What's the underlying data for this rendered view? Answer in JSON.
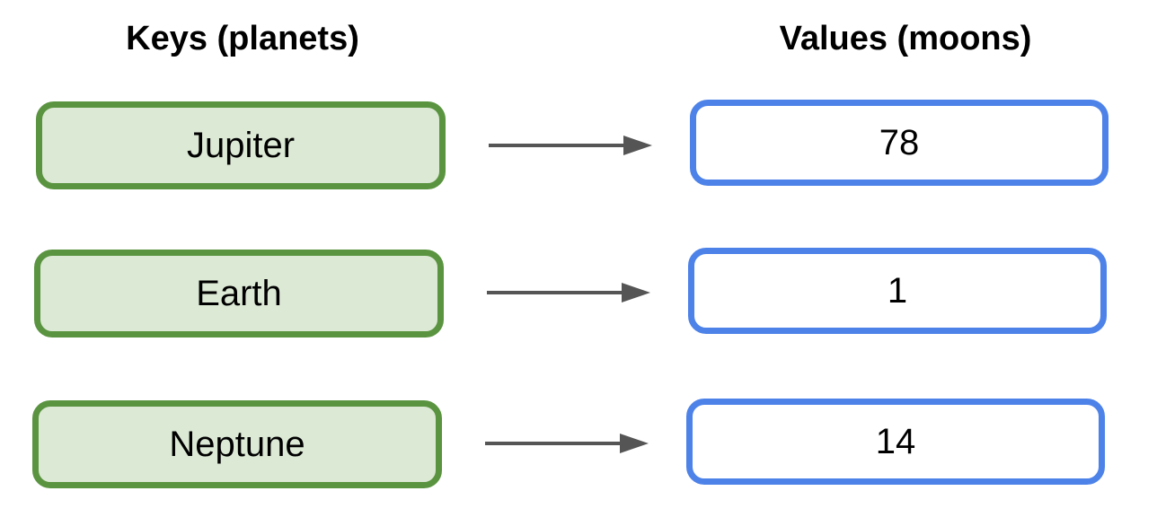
{
  "headings": {
    "keys": "Keys (planets)",
    "values": "Values (moons)"
  },
  "pairs": [
    {
      "key": "Jupiter",
      "value": "78"
    },
    {
      "key": "Earth",
      "value": "1"
    },
    {
      "key": "Neptune",
      "value": "14"
    }
  ],
  "colors": {
    "key_border": "#5a9440",
    "key_fill": "#dce9d5",
    "value_border": "#4d82e8",
    "value_fill": "#ffffff",
    "arrow": "#555555",
    "text": "#000000"
  },
  "icons": {
    "arrow": "right-arrow-icon"
  }
}
